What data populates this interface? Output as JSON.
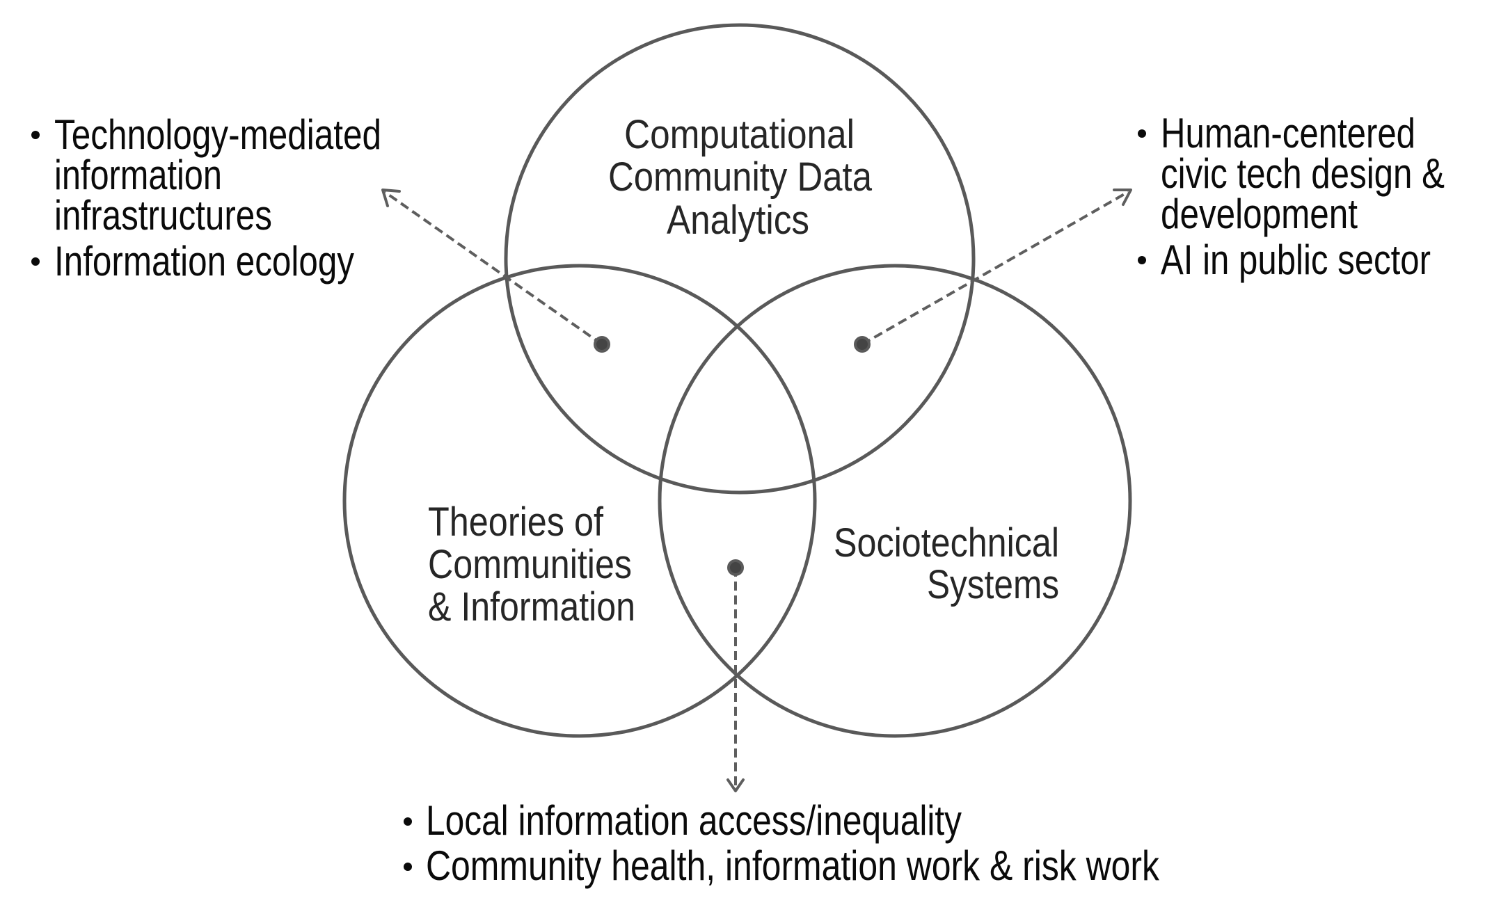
{
  "diagram": {
    "type": "venn",
    "circles": [
      {
        "id": "top",
        "lines": [
          "Computational",
          "Community Data",
          "Analytics"
        ]
      },
      {
        "id": "left",
        "lines": [
          "Theories of",
          "Communities",
          "& Information"
        ]
      },
      {
        "id": "right",
        "lines": [
          "Sociotechnical",
          "Systems"
        ]
      }
    ],
    "callouts": {
      "top_left": {
        "intersection": "Computational Community Data Analytics ∩ Theories of Communities & Information",
        "bullets": [
          {
            "lines": [
              "Technology-mediated",
              "information",
              "infrastructures"
            ]
          },
          {
            "lines": [
              "Information ecology"
            ]
          }
        ]
      },
      "top_right": {
        "intersection": "Computational Community Data Analytics ∩ Sociotechnical Systems",
        "bullets": [
          {
            "lines": [
              "Human-centered",
              "civic tech design &",
              "development"
            ]
          },
          {
            "lines": [
              "AI in public sector"
            ]
          }
        ]
      },
      "bottom": {
        "intersection": "Theories of Communities & Information ∩ Sociotechnical Systems",
        "bullets": [
          {
            "lines": [
              "Local information access/inequality"
            ]
          },
          {
            "lines": [
              "Community health, information work & risk work"
            ]
          }
        ]
      }
    },
    "colors": {
      "circle_stroke": "#595959",
      "connector": "#5e5e5e",
      "dot": "#444444",
      "label_text": "#262626",
      "bullet_text": "#0a0a0a",
      "background": "#ffffff"
    },
    "icons": {
      "bullet": "bullet-dot-icon",
      "arrow": "dashed-arrow-icon",
      "marker": "intersection-dot-icon"
    }
  }
}
